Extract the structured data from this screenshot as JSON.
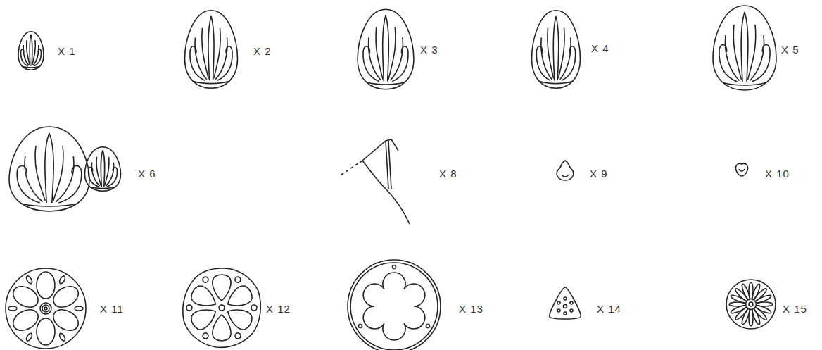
{
  "diagram": {
    "labels": [
      "X 1",
      "X 2",
      "X 3",
      "X 4",
      "X 5",
      "X 6",
      "X 8",
      "X 9",
      "X 10",
      "X 11",
      "X 12",
      "X 13",
      "X 14",
      "X 15"
    ]
  }
}
